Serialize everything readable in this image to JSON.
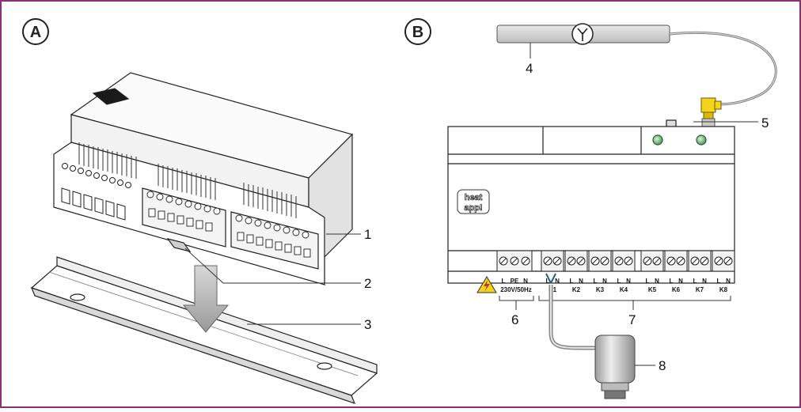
{
  "panels": {
    "a": {
      "letter": "A"
    },
    "b": {
      "letter": "B"
    }
  },
  "callouts": {
    "c1": "1",
    "c2": "2",
    "c3": "3",
    "c4": "4",
    "c5": "5",
    "c6": "6",
    "c7": "7",
    "c8": "8"
  },
  "device": {
    "logo_top": "heat",
    "logo_bottom": "app!"
  },
  "terminals": {
    "power": {
      "pins": [
        "L",
        "PE",
        "N"
      ],
      "rating": "230V/50Hz"
    },
    "outputs": [
      {
        "pins": [
          "L",
          "N"
        ],
        "name": "K1"
      },
      {
        "pins": [
          "L",
          "N"
        ],
        "name": "K2"
      },
      {
        "pins": [
          "L",
          "N"
        ],
        "name": "K3"
      },
      {
        "pins": [
          "L",
          "N"
        ],
        "name": "K4"
      },
      {
        "pins": [
          "L",
          "N"
        ],
        "name": "K5"
      },
      {
        "pins": [
          "L",
          "N"
        ],
        "name": "K6"
      },
      {
        "pins": [
          "L",
          "N"
        ],
        "name": "K7"
      },
      {
        "pins": [
          "L",
          "N"
        ],
        "name": "K8"
      }
    ]
  },
  "colors": {
    "frame": "#8a2f7a",
    "warning": "#f2d41a",
    "connector": "#f2d41a",
    "wire": "#2a5d85"
  },
  "icons": {
    "warning": "high-voltage-warning-icon",
    "antenna": "antenna-icon"
  }
}
